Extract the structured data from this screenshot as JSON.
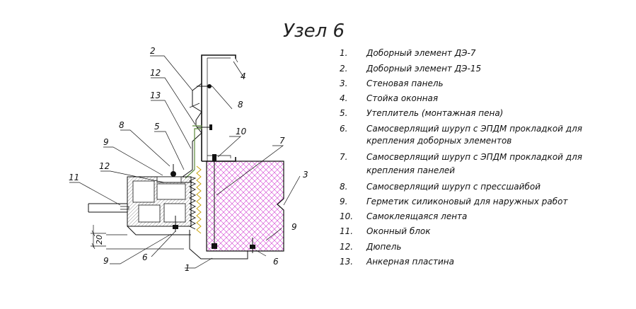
{
  "title": "Узел 6",
  "callouts": {
    "c1": "1",
    "c2": "2",
    "c3": "3",
    "c4": "4",
    "c5": "5",
    "c6a": "6",
    "c6b": "6",
    "c7": "7",
    "c8a": "8",
    "c8b": "8",
    "c9a": "9",
    "c9b": "9",
    "c9c": "9",
    "c10": "10",
    "c11": "11",
    "c12a": "12",
    "c12b": "12",
    "c13": "13"
  },
  "dimension": "20",
  "legend": [
    {
      "num": "1.",
      "text": "Доборный элемент ДЭ-7"
    },
    {
      "num": "2.",
      "text": "Доборный элемент ДЭ-15"
    },
    {
      "num": "3.",
      "text": "Стеновая панель"
    },
    {
      "num": "4.",
      "text": "Стойка оконная"
    },
    {
      "num": "5.",
      "text": "Утеплитель (монтажная пена)"
    },
    {
      "num": "6.",
      "text": "Самосверлящий шуруп с ЭПДМ прокладкой для",
      "text2": "крепления доборных элементов"
    },
    {
      "num": "7.",
      "text": "Самосверлящий шуруп с ЭПДМ прокладкой для",
      "text2": "крепления панелей"
    },
    {
      "num": "8.",
      "text": "Самосверлящий шуруп с прессшайбой"
    },
    {
      "num": "9.",
      "text": "Герметик силиконовый для наружных работ"
    },
    {
      "num": "10.",
      "text": "Самоклеящаяся лента"
    },
    {
      "num": "11.",
      "text": "Оконный блок"
    },
    {
      "num": "12.",
      "text": "Дюпель"
    },
    {
      "num": "13.",
      "text": "Анкерная пластина"
    }
  ],
  "colors": {
    "panel_hatch": "#d23bd2",
    "foam": "#c8a000",
    "line": "#111111"
  }
}
